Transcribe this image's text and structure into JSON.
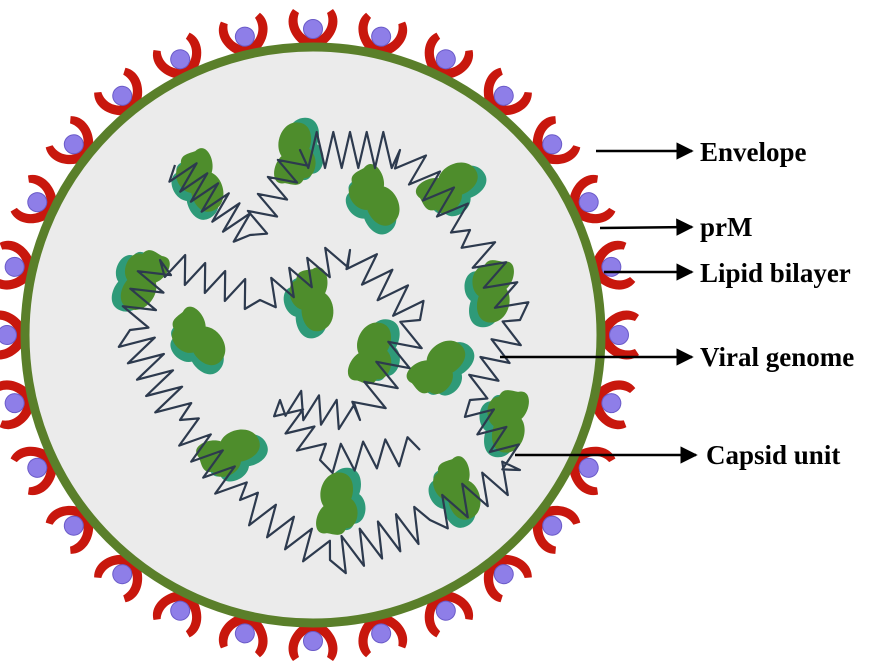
{
  "labels": {
    "envelope": "Envelope",
    "prm": "prM",
    "lipid_bilayer": "Lipid bilayer",
    "viral_genome": "Viral genome",
    "capsid_unit": "Capsid unit"
  },
  "colors": {
    "core_fill": "#ebebeb",
    "lipid_bilayer": "#5a7f2a",
    "envelope_protein": "#c8170d",
    "prm_protein": "#8e7ee8",
    "capsid_green": "#4e8d2c",
    "capsid_teal": "#2e9a78",
    "genome_strand": "#2d3a4e",
    "arrow": "#000000"
  },
  "envelope_protein_count": 28
}
